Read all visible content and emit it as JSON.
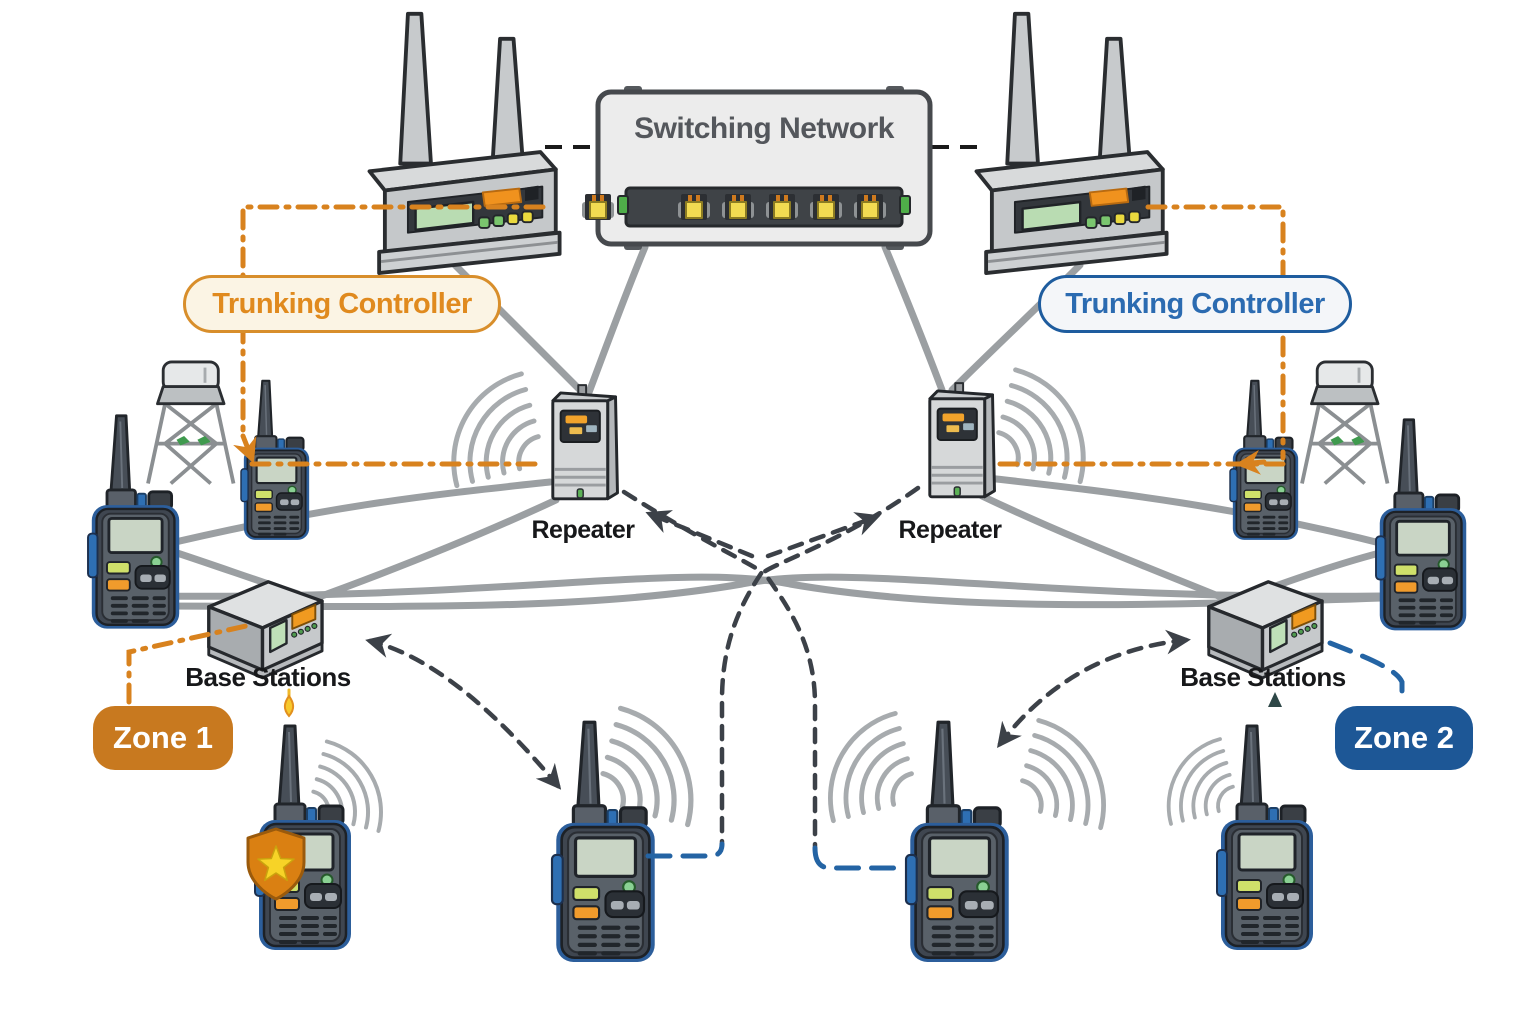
{
  "labels": {
    "switching_network": "Switching Network",
    "trunking_controller_left": "Trunking Controller",
    "trunking_controller_right": "Trunking Controller",
    "repeater_left": "Repeater",
    "repeater_right": "Repeater",
    "base_stations_left": "Base Stations",
    "base_stations_right": "Base Stations",
    "zone_1": "Zone 1",
    "zone_2": "Zone 2"
  },
  "colors": {
    "zone1_accent": "#C8791F",
    "zone2_accent": "#1D5796",
    "trunking_left_text": "#E08A1E",
    "trunking_left_border": "#D88E2B",
    "trunking_right_text": "#2B6BB1",
    "trunking_right_border": "#1E5C9E",
    "orange_dash": "#D8821E",
    "blue_dash": "#2464A4",
    "gray_wire": "#9B9FA2",
    "dark_dash": "#3C4148"
  },
  "devices": [
    "trunking-controller-unit-left",
    "switching-network-hub",
    "trunking-controller-unit-right",
    "repeater-left",
    "repeater-right",
    "antenna-tower-left",
    "antenna-tower-right",
    "handheld-radio-large-left",
    "handheld-radio-small-left",
    "handheld-radio-small-right",
    "handheld-radio-large-right",
    "base-station-left",
    "base-station-right",
    "handheld-radio-priority-shield",
    "handheld-radio-bottom-center-left",
    "handheld-radio-bottom-center-right",
    "handheld-radio-bottom-right"
  ]
}
